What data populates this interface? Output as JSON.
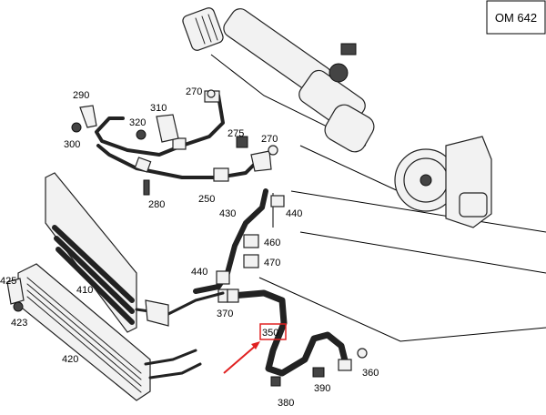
{
  "engine_code": "OM 642",
  "highlight_color": "#e02020",
  "parts": [
    {
      "id": "p290",
      "number": "290"
    },
    {
      "id": "p300",
      "number": "300"
    },
    {
      "id": "p310",
      "number": "310"
    },
    {
      "id": "p320",
      "number": "320"
    },
    {
      "id": "p270a",
      "number": "270"
    },
    {
      "id": "p275",
      "number": "275"
    },
    {
      "id": "p270b",
      "number": "270"
    },
    {
      "id": "p280",
      "number": "280"
    },
    {
      "id": "p250",
      "number": "250"
    },
    {
      "id": "p430",
      "number": "430"
    },
    {
      "id": "p440a",
      "number": "440"
    },
    {
      "id": "p460",
      "number": "460"
    },
    {
      "id": "p470",
      "number": "470"
    },
    {
      "id": "p440b",
      "number": "440"
    },
    {
      "id": "p370",
      "number": "370"
    },
    {
      "id": "p410",
      "number": "410"
    },
    {
      "id": "p425",
      "number": "425"
    },
    {
      "id": "p423",
      "number": "423"
    },
    {
      "id": "p420",
      "number": "420"
    },
    {
      "id": "p350",
      "number": "350"
    },
    {
      "id": "p360",
      "number": "360"
    },
    {
      "id": "p390",
      "number": "390"
    },
    {
      "id": "p380",
      "number": "380"
    }
  ]
}
